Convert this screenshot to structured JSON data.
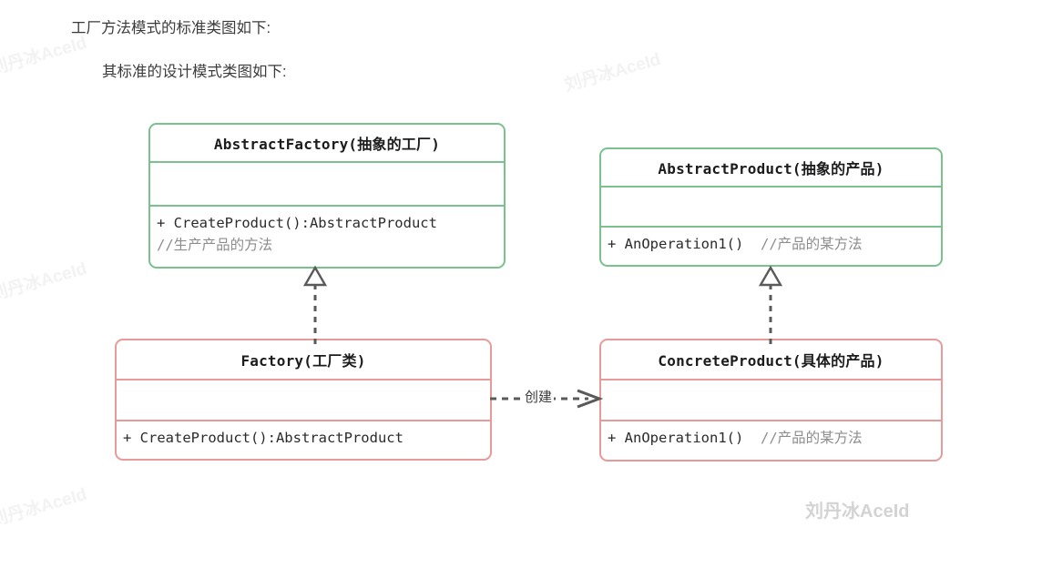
{
  "header": {
    "line1": "工厂方法模式的标准类图如下:",
    "line2": "其标准的设计模式类图如下:"
  },
  "colors": {
    "abstract_border": "#7ac18d",
    "concrete_border": "#e79a9a",
    "connector": "#5a5a5a",
    "background": "#ffffff",
    "comment_text": "#8d8d8d"
  },
  "diagram": {
    "type": "uml-class-diagram",
    "classes": [
      {
        "id": "abstract-factory",
        "title": "AbstractFactory(抽象的工厂)",
        "stereotype": "abstract",
        "border_color": "#7ac18d",
        "attributes": [],
        "methods": [
          {
            "signature": "+ CreateProduct():AbstractProduct",
            "comment": "//生产产品的方法",
            "comment_inline": false
          }
        ]
      },
      {
        "id": "abstract-product",
        "title": "AbstractProduct(抽象的产品)",
        "stereotype": "abstract",
        "border_color": "#7ac18d",
        "attributes": [],
        "methods": [
          {
            "signature": "+ AnOperation1()",
            "comment": "//产品的某方法",
            "comment_inline": true
          }
        ]
      },
      {
        "id": "factory",
        "title": "Factory(工厂类)",
        "stereotype": "concrete",
        "border_color": "#e79a9a",
        "attributes": [],
        "methods": [
          {
            "signature": "+ CreateProduct():AbstractProduct",
            "comment": "",
            "comment_inline": true
          }
        ]
      },
      {
        "id": "concrete-product",
        "title": "ConcreteProduct(具体的产品)",
        "stereotype": "concrete",
        "border_color": "#e79a9a",
        "attributes": [],
        "methods": [
          {
            "signature": "+ AnOperation1()",
            "comment": "//产品的某方法",
            "comment_inline": true
          }
        ]
      }
    ],
    "relations": [
      {
        "id": "factory-realizes-abstract-factory",
        "from": "factory",
        "to": "abstract-factory",
        "kind": "realization",
        "line": "dashed",
        "arrowhead": "hollow-triangle",
        "label": ""
      },
      {
        "id": "concrete-product-realizes-abstract-product",
        "from": "concrete-product",
        "to": "abstract-product",
        "kind": "realization",
        "line": "dashed",
        "arrowhead": "hollow-triangle",
        "label": ""
      },
      {
        "id": "factory-creates-concrete-product",
        "from": "factory",
        "to": "concrete-product",
        "kind": "dependency",
        "line": "dashed",
        "arrowhead": "open",
        "label": "创建"
      }
    ]
  },
  "watermark": {
    "text": "刘丹冰AceId"
  }
}
